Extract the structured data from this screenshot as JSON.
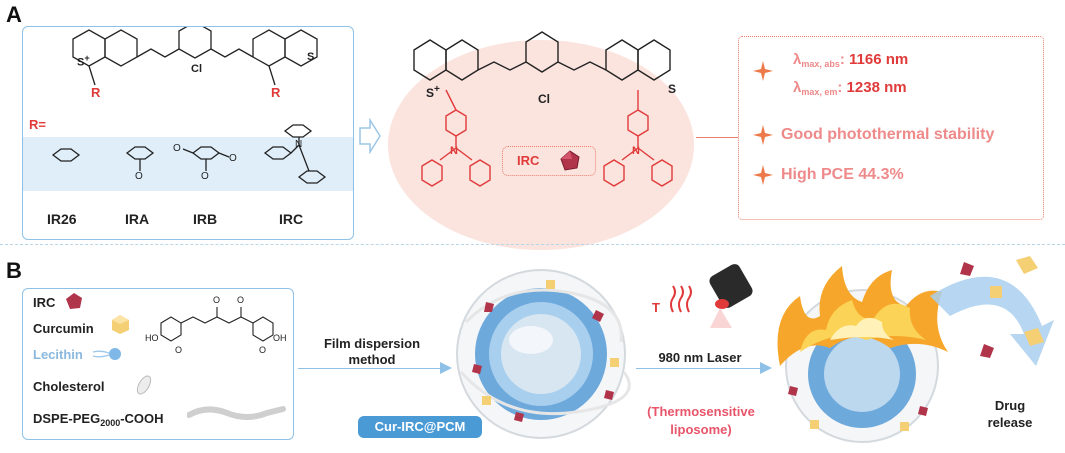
{
  "panel_a": {
    "letter": "A",
    "r_label": "R=",
    "s_plus": "S",
    "s_atom": "S",
    "cl_atom": "Cl",
    "r_atom": "R",
    "o_label": "O",
    "n_label": "N",
    "substituents": [
      "IR26",
      "IRA",
      "IRB",
      "IRC"
    ],
    "irc_tag": "IRC",
    "properties": {
      "lambda_abs_label": "λ",
      "lambda_abs_sub": "max, abs",
      "lambda_abs_value": "1166 nm",
      "lambda_em_label": "λ",
      "lambda_em_sub": "max, em",
      "lambda_em_value": "1238 nm",
      "stability": "Good photothermal stability",
      "pce": "High PCE 44.3%"
    }
  },
  "panel_b": {
    "letter": "B",
    "components": [
      "IRC",
      "Curcumin",
      "Lecithin",
      "Cholesterol",
      "DSPE-PEG"
    ],
    "peg_sub": "2000",
    "peg_suffix": "-COOH",
    "curcumin_o": "O",
    "ho_left": "HO",
    "oh_right": "OH",
    "methoxy": "O",
    "method_line1": "Film dispersion",
    "method_line2": "method",
    "nanoparticle": "Cur-IRC@PCM",
    "laser": "980 nm Laser",
    "temp": "T",
    "liposome_line1": "(Thermosensitive",
    "liposome_line2": "liposome)",
    "release_line1": "Drug",
    "release_line2": "release"
  },
  "colors": {
    "accent_blue": "#4a9ad6",
    "accent_red": "#e03a3a",
    "pink_text": "#ee8a8a"
  }
}
